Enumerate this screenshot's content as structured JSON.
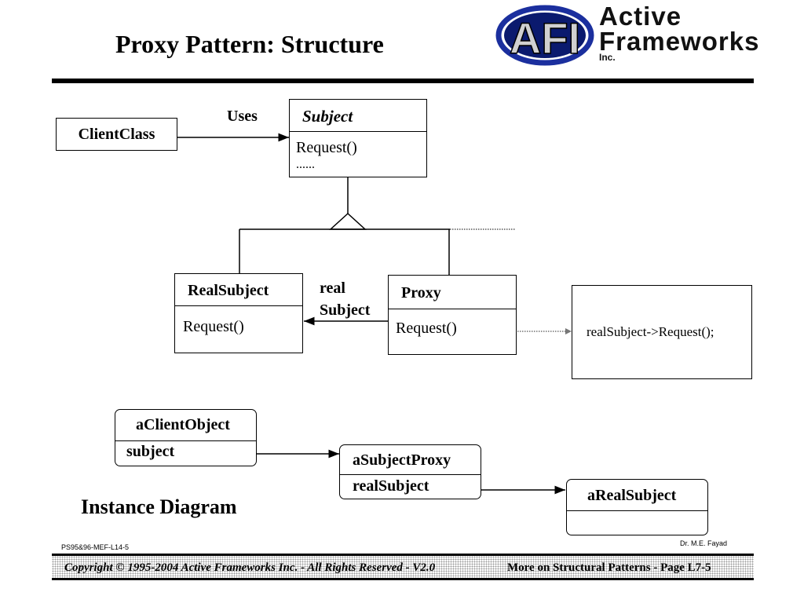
{
  "header": {
    "title": "Proxy Pattern: Structure",
    "logo": {
      "line1": "Active",
      "line2": "Frameworks",
      "inc": "Inc.",
      "monogram": "AFI"
    }
  },
  "class_diagram": {
    "client": {
      "name": "ClientClass"
    },
    "uses_label": "Uses",
    "subject": {
      "name": "Subject",
      "ops": [
        "Request()",
        "......"
      ]
    },
    "real_subject": {
      "name": "RealSubject",
      "ops": [
        "Request()"
      ]
    },
    "proxy": {
      "name": "Proxy",
      "ops": [
        "Request()"
      ]
    },
    "assoc_label_1": "real",
    "assoc_label_2": "Subject",
    "note": "realSubject->Request();"
  },
  "instance_diagram": {
    "label": "Instance Diagram",
    "client_object": {
      "name": "aClientObject",
      "field": "subject"
    },
    "subject_proxy": {
      "name": "aSubjectProxy",
      "field": "realSubject"
    },
    "real_subject": {
      "name": "aRealSubject"
    }
  },
  "footer": {
    "slide_id": "PS95&96-MEF-L14-5",
    "author": "Dr. M.E. Fayad",
    "copyright": "Copyright © 1995-2004 Active Frameworks Inc. - All Rights Reserved - V2.0",
    "section": "More on Structural Patterns - Page L7-5"
  }
}
